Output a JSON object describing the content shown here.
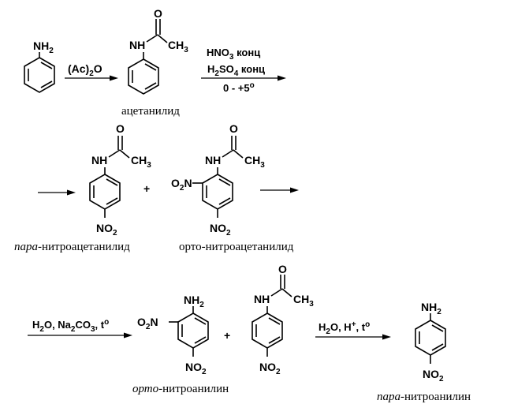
{
  "groups": {
    "nh2": "NH",
    "nh": "NH",
    "ch3": "CH",
    "o": "O",
    "no2_n": "NO",
    "no2_o": "O",
    "sub2": "2",
    "sub3": "3",
    "sub4": "4"
  },
  "step1": {
    "reagent_a": "(Ac)",
    "reagent_b": "O"
  },
  "step2": {
    "hno3_a": "HNO",
    "hno3_b": " конц",
    "h2so4_a": "H",
    "h2so4_b": "SO",
    "h2so4_c": " конц",
    "temp_a": "0 - +5",
    "temp_b": "o"
  },
  "step3": {
    "a": "H",
    "b": "O, Na",
    "c": "CO",
    "d": ", t",
    "e": "o"
  },
  "step4": {
    "a": "H",
    "b": "O, H",
    "c": "+",
    "d": ", t",
    "e": "o"
  },
  "plus": "+",
  "captions": {
    "acetanilide": "ацетанилид",
    "para_nitroacetanilide_italic": "пара",
    "para_nitroacetanilide_rest": "-нитроацетанилид",
    "ortho_nitroacetanilide": "орто-нитроацетанилид",
    "ortho_nitroaniline_italic": "орто",
    "ortho_nitroaniline_rest": "-нитроанилин",
    "para_nitroaniline_italic": "пара",
    "para_nitroaniline_rest": "-нитроанилин"
  }
}
